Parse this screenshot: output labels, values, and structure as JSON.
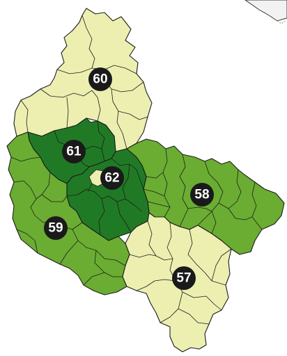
{
  "map": {
    "colors": {
      "light": "#ecefb0",
      "medium": "#6aad32",
      "dark": "#207a25",
      "badge": "#1a1a1a",
      "border": "#1c1c1c"
    },
    "districts": [
      {
        "id": "district-60",
        "label": "60",
        "shade": "light"
      },
      {
        "id": "district-61",
        "label": "61",
        "shade": "dark"
      },
      {
        "id": "district-62",
        "label": "62",
        "shade": "dark"
      },
      {
        "id": "district-58",
        "label": "58",
        "shade": "medium"
      },
      {
        "id": "district-59",
        "label": "59",
        "shade": "medium"
      },
      {
        "id": "district-57",
        "label": "57",
        "shade": "light"
      }
    ]
  }
}
